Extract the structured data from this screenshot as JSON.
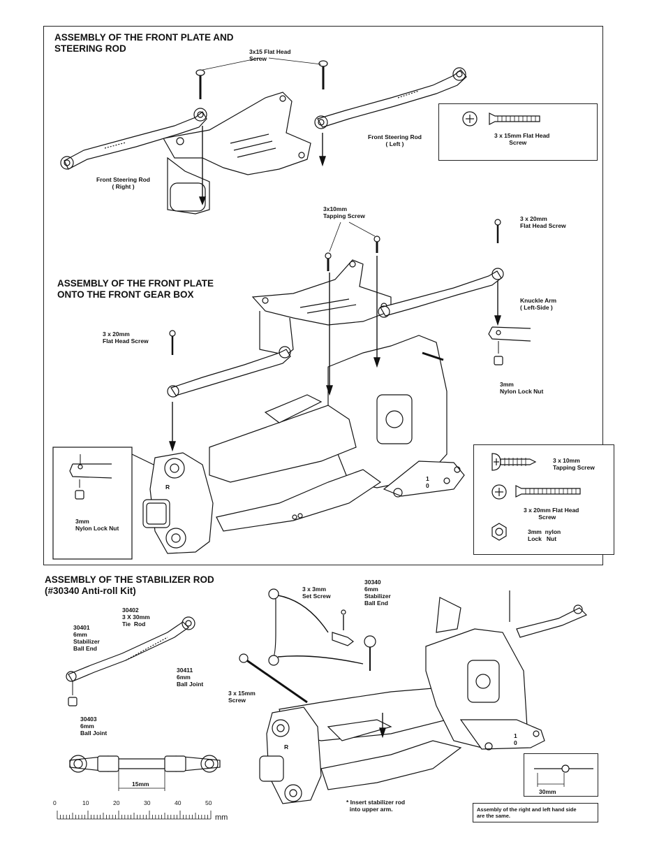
{
  "top": {
    "title_front_plate": "ASSEMBLY OF THE FRONT PLATE AND\nSTEERING ROD",
    "title_gear_box": "ASSEMBLY OF THE FRONT PLATE\nONTO THE FRONT GEAR BOX",
    "labels": {
      "flat_head_3x15": "3x15 Flat Head\nScrew",
      "steering_rod_left": "Front Steering Rod\n( Left )",
      "steering_rod_right": "Front Steering Rod\n( Right )",
      "tapping_3x10": "3x10mm\nTapping Screw",
      "flat_head_3x20_right": "3 x 20mm\nFlat Head Screw",
      "knuckle_arm": "Knuckle Arm\n( Left-Side )",
      "flat_head_3x20_left": "3 x 20mm\nFlat Head Screw",
      "nylon_nut_right": "3mm\nNylon Lock Nut",
      "nylon_nut_left": "3mm\nNylon Lock Nut",
      "arm_letter": "R",
      "gear_marks": "1\n0"
    },
    "parts_box_1": {
      "label": "3 x 15mm Flat Head\n         Screw"
    },
    "parts_box_2": {
      "tapping": "3 x 10mm\nTapping Screw",
      "flat_head": "3 x 20mm Flat Head\n         Screw",
      "nut": "3mm  nylon\nLock   Nut"
    }
  },
  "bottom": {
    "title": "ASSEMBLY OF THE STABILIZER ROD\n(#30340 Anti-roll Kit)",
    "labels": {
      "p30402": "30402\n3 X 30mm\nTie  Rod",
      "p30401": "30401\n6mm\nStabilizer\nBall End",
      "p30411": "30411\n6mm\nBall Joint",
      "p30403": "30403\n6mm\nBall Joint",
      "set_screw": "3 x 3mm\nSet Screw",
      "p30340": "30340\n6mm\nStabilizer\nBall End",
      "screw_3x15": "3 x 15mm\nScrew",
      "insert_note": "* Insert stabilizer rod\n  into upper arm.",
      "dim_15mm": "15mm",
      "dim_30mm": "30mm",
      "same_note": "Assembly of the right and left hand side\nare the same.",
      "arm_letter": "R",
      "gear_marks": "1\n0"
    },
    "ruler": {
      "ticks": [
        "0",
        "10",
        "20",
        "30",
        "40",
        "50"
      ],
      "unit": "mm"
    }
  }
}
